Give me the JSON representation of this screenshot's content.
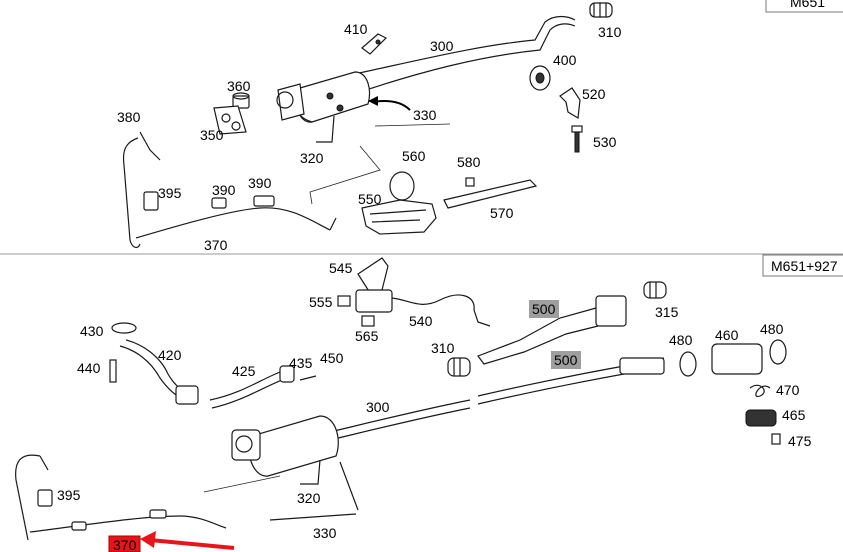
{
  "sections": [
    {
      "variant_label": "M651",
      "callouts": [
        {
          "id": "410",
          "text": "410"
        },
        {
          "id": "300",
          "text": "300"
        },
        {
          "id": "310",
          "text": "310"
        },
        {
          "id": "400",
          "text": "400"
        },
        {
          "id": "360",
          "text": "360"
        },
        {
          "id": "520",
          "text": "520"
        },
        {
          "id": "380",
          "text": "380"
        },
        {
          "id": "350",
          "text": "350"
        },
        {
          "id": "330",
          "text": "330"
        },
        {
          "id": "530",
          "text": "530"
        },
        {
          "id": "320",
          "text": "320"
        },
        {
          "id": "560",
          "text": "560"
        },
        {
          "id": "580",
          "text": "580"
        },
        {
          "id": "395",
          "text": "395"
        },
        {
          "id": "390a",
          "text": "390"
        },
        {
          "id": "390b",
          "text": "390"
        },
        {
          "id": "550",
          "text": "550"
        },
        {
          "id": "570",
          "text": "570"
        },
        {
          "id": "370",
          "text": "370"
        }
      ]
    },
    {
      "variant_label": "M651+927",
      "callouts": [
        {
          "id": "545",
          "text": "545"
        },
        {
          "id": "555",
          "text": "555"
        },
        {
          "id": "500a",
          "text": "500",
          "highlight": true
        },
        {
          "id": "315",
          "text": "315"
        },
        {
          "id": "540",
          "text": "540"
        },
        {
          "id": "565",
          "text": "565"
        },
        {
          "id": "430",
          "text": "430"
        },
        {
          "id": "480a",
          "text": "480"
        },
        {
          "id": "460",
          "text": "460"
        },
        {
          "id": "480b",
          "text": "480"
        },
        {
          "id": "310",
          "text": "310"
        },
        {
          "id": "420",
          "text": "420"
        },
        {
          "id": "500b",
          "text": "500",
          "highlight": true
        },
        {
          "id": "440",
          "text": "440"
        },
        {
          "id": "425",
          "text": "425"
        },
        {
          "id": "435",
          "text": "435"
        },
        {
          "id": "450",
          "text": "450"
        },
        {
          "id": "470",
          "text": "470"
        },
        {
          "id": "300",
          "text": "300"
        },
        {
          "id": "465",
          "text": "465"
        },
        {
          "id": "475",
          "text": "475"
        },
        {
          "id": "395",
          "text": "395"
        },
        {
          "id": "320",
          "text": "320"
        },
        {
          "id": "330",
          "text": "330"
        },
        {
          "id": "370",
          "text": "370",
          "highlight": true,
          "selected": true
        }
      ]
    }
  ],
  "colors": {
    "highlight_gray": "#9e9e9e",
    "selected_red": "#e8141b",
    "arrow_red": "#e8141b"
  }
}
